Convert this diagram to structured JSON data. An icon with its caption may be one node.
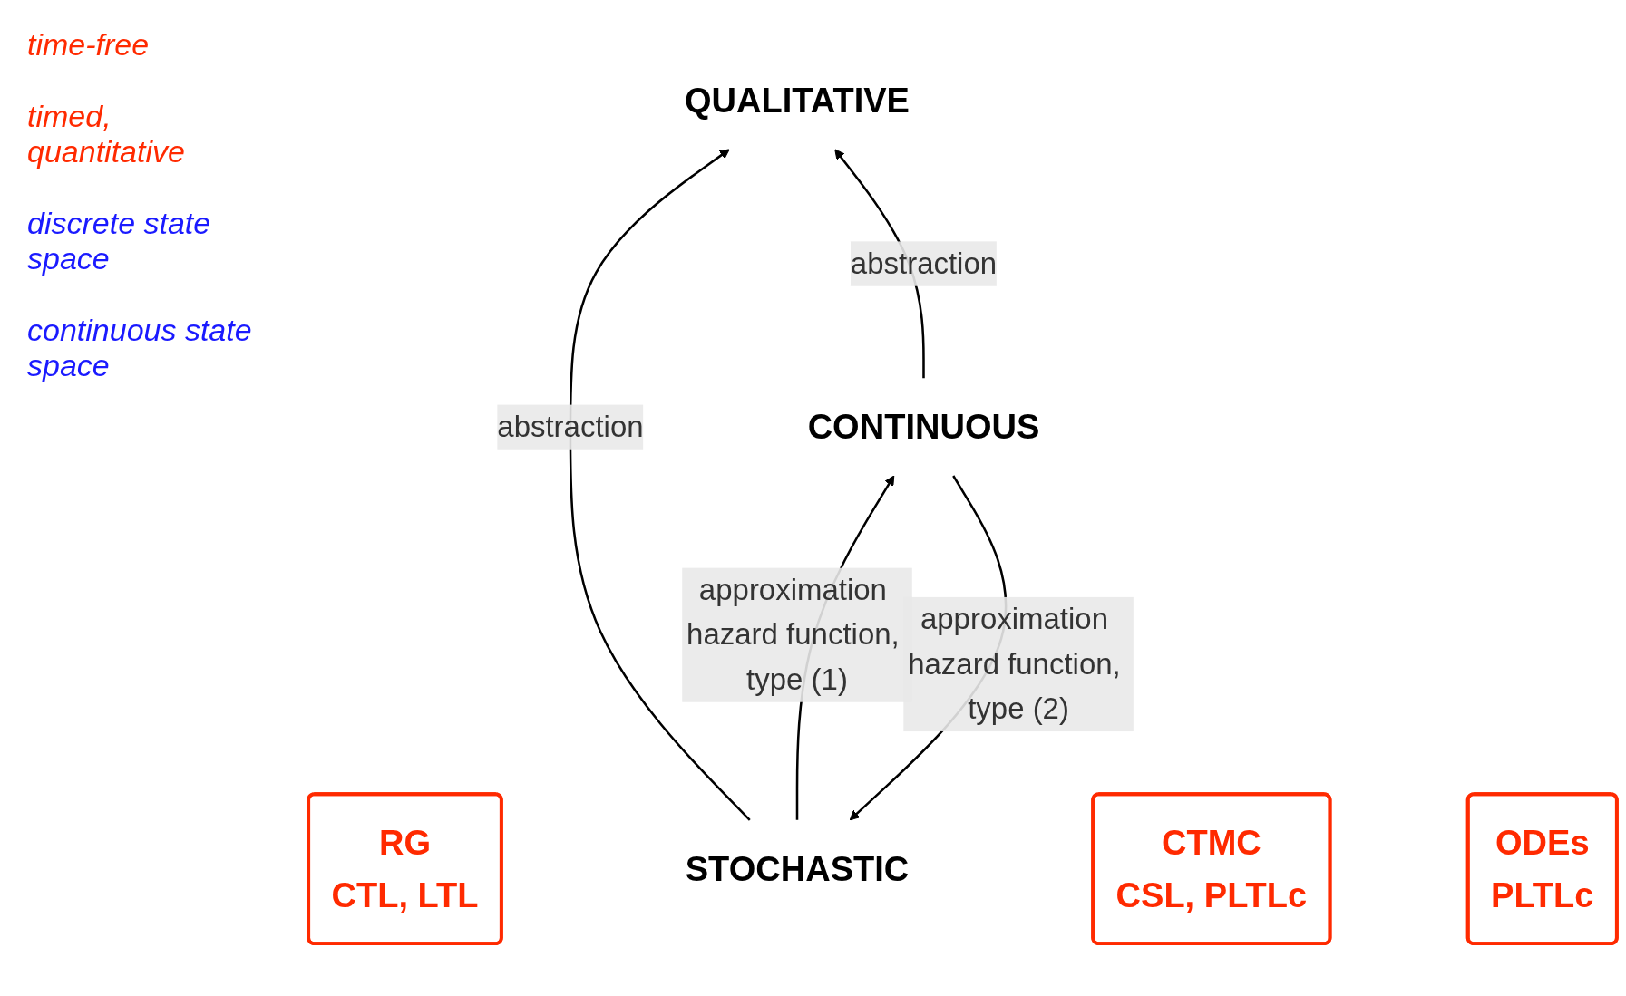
{
  "diagram": {
    "nodes": [
      {
        "text": [
          "QUALITATIVE"
        ]
      },
      {
        "text": [
          "RG",
          "CTL, LTL"
        ]
      },
      {
        "text": [
          "STOCHASTIC"
        ]
      },
      {
        "text": [
          "CTMC",
          "CSL, PLTLc"
        ]
      },
      {
        "text": [
          "CONTINUOUS"
        ]
      },
      {
        "text": [
          "ODEs",
          "PLTLc"
        ]
      }
    ],
    "edges": [
      {
        "from": 2,
        "to": 0,
        "arrow": "to",
        "label": "abstraction"
      },
      {
        "from": 4,
        "to": 0,
        "arrow": "to",
        "label": "abstraction"
      },
      {
        "from": 2,
        "to": 4,
        "arrow": "to",
        "label": "approximation hazard function, type (1)"
      },
      {
        "from": 4,
        "to": 2,
        "arrow": "to",
        "label": "approximation hazard function, type (2)"
      }
    ],
    "labels": [
      "time-free",
      "timed, quantitative",
      "discrete state space",
      "continuous state space"
    ]
  }
}
